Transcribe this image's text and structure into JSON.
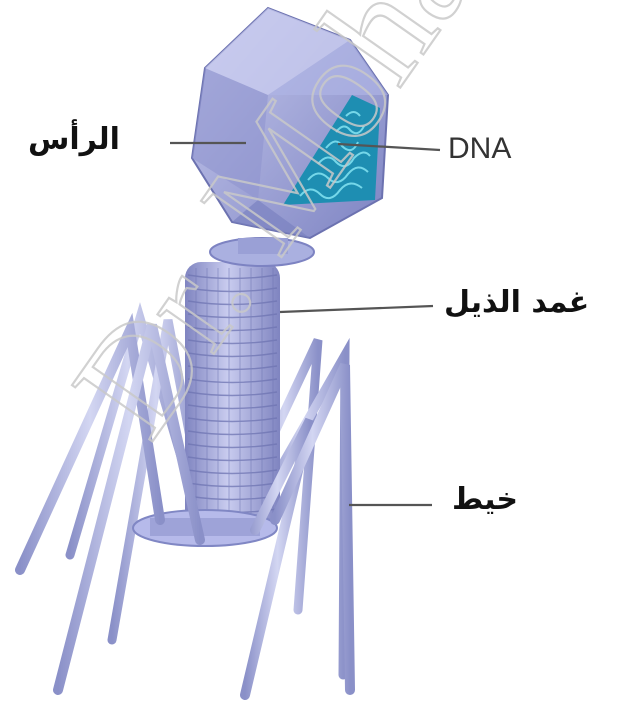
{
  "labels": {
    "head": "الرأس",
    "dna": "DNA",
    "tail_core": "غمد الذيل",
    "fiber": "خيط"
  },
  "watermark": "Dr. Moha",
  "colors": {
    "capsid_light": "#b9bde6",
    "capsid_mid": "#8f95cf",
    "capsid_dark": "#6c72b0",
    "dna_fill": "#1f8fb0",
    "dna_strand": "#5fd3e6",
    "tail": "#a3a7d6",
    "fiber": "#9aa0d2",
    "leader_line": "#555555",
    "watermark": "#d0d0d0"
  }
}
